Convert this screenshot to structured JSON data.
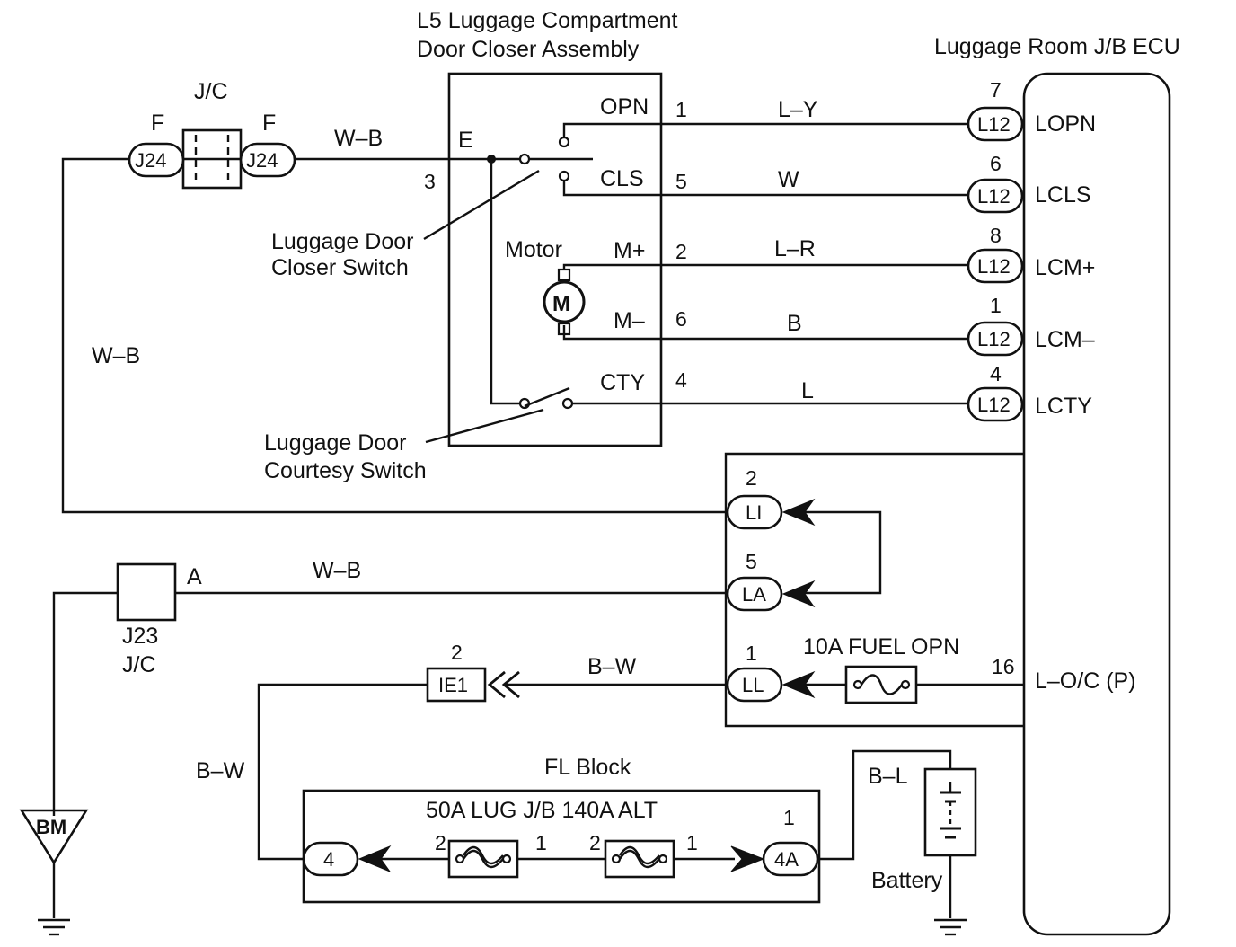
{
  "titles": {
    "l5_line1": "L5 Luggage Compartment",
    "l5_line2": "Door Closer Assembly",
    "ecu": "Luggage Room J/B ECU",
    "jc_top": "J/C",
    "j23": "J23",
    "jc_bottom": "J/C",
    "fl_block": "FL Block",
    "fl_fuses": "50A LUG J/B  140A ALT",
    "fuel_fuse": "10A FUEL OPN",
    "battery": "Battery",
    "ground": "BM",
    "motor": "Motor",
    "motor_symbol": "M"
  },
  "switches": {
    "closer_line1": "Luggage Door",
    "closer_line2": "Closer Switch",
    "courtesy_line1": "Luggage Door",
    "courtesy_line2": "Courtesy Switch"
  },
  "l5_terminals": [
    {
      "name": "OPN",
      "pin": "1"
    },
    {
      "name": "CLS",
      "pin": "5"
    },
    {
      "name": "M+",
      "pin": "2"
    },
    {
      "name": "M–",
      "pin": "6"
    },
    {
      "name": "CTY",
      "pin": "4"
    }
  ],
  "l5_ground": {
    "name": "E",
    "pin": "3"
  },
  "wire_colors": {
    "opn": "L–Y",
    "cls": "W",
    "mplus": "L–R",
    "mminus": "B",
    "cty": "L",
    "jc_to_l5": "W–B",
    "left_vertical": "W–B",
    "j23_to_la": "W–B",
    "ll_to_ie1": "B–W",
    "ie1_down": "B–W",
    "battery": "B–L"
  },
  "ecu_pins": [
    {
      "connector": "L12",
      "pin": "7",
      "name": "LOPN"
    },
    {
      "connector": "L12",
      "pin": "6",
      "name": "LCLS"
    },
    {
      "connector": "L12",
      "pin": "8",
      "name": "LCM+"
    },
    {
      "connector": "L12",
      "pin": "1",
      "name": "LCM–"
    },
    {
      "connector": "L12",
      "pin": "4",
      "name": "LCTY"
    }
  ],
  "ecu_lo": {
    "pin": "16",
    "name": "L–O/C (P)"
  },
  "jc_connectors": {
    "left": "J24",
    "right": "J24",
    "left_tag": "F",
    "right_tag": "F"
  },
  "j23_tag": "A",
  "internal": [
    {
      "connector": "LI",
      "pin": "2"
    },
    {
      "connector": "LA",
      "pin": "5"
    },
    {
      "connector": "LL",
      "pin": "1"
    }
  ],
  "ie1": {
    "connector": "IE1",
    "pin": "2"
  },
  "fl_pins": {
    "left_conn": "4",
    "right_conn": "4A",
    "right_conn_pin": "1",
    "lug_fuse_in": "2",
    "lug_fuse_out": "1",
    "alt_fuse_in": "2",
    "alt_fuse_out": "1"
  }
}
